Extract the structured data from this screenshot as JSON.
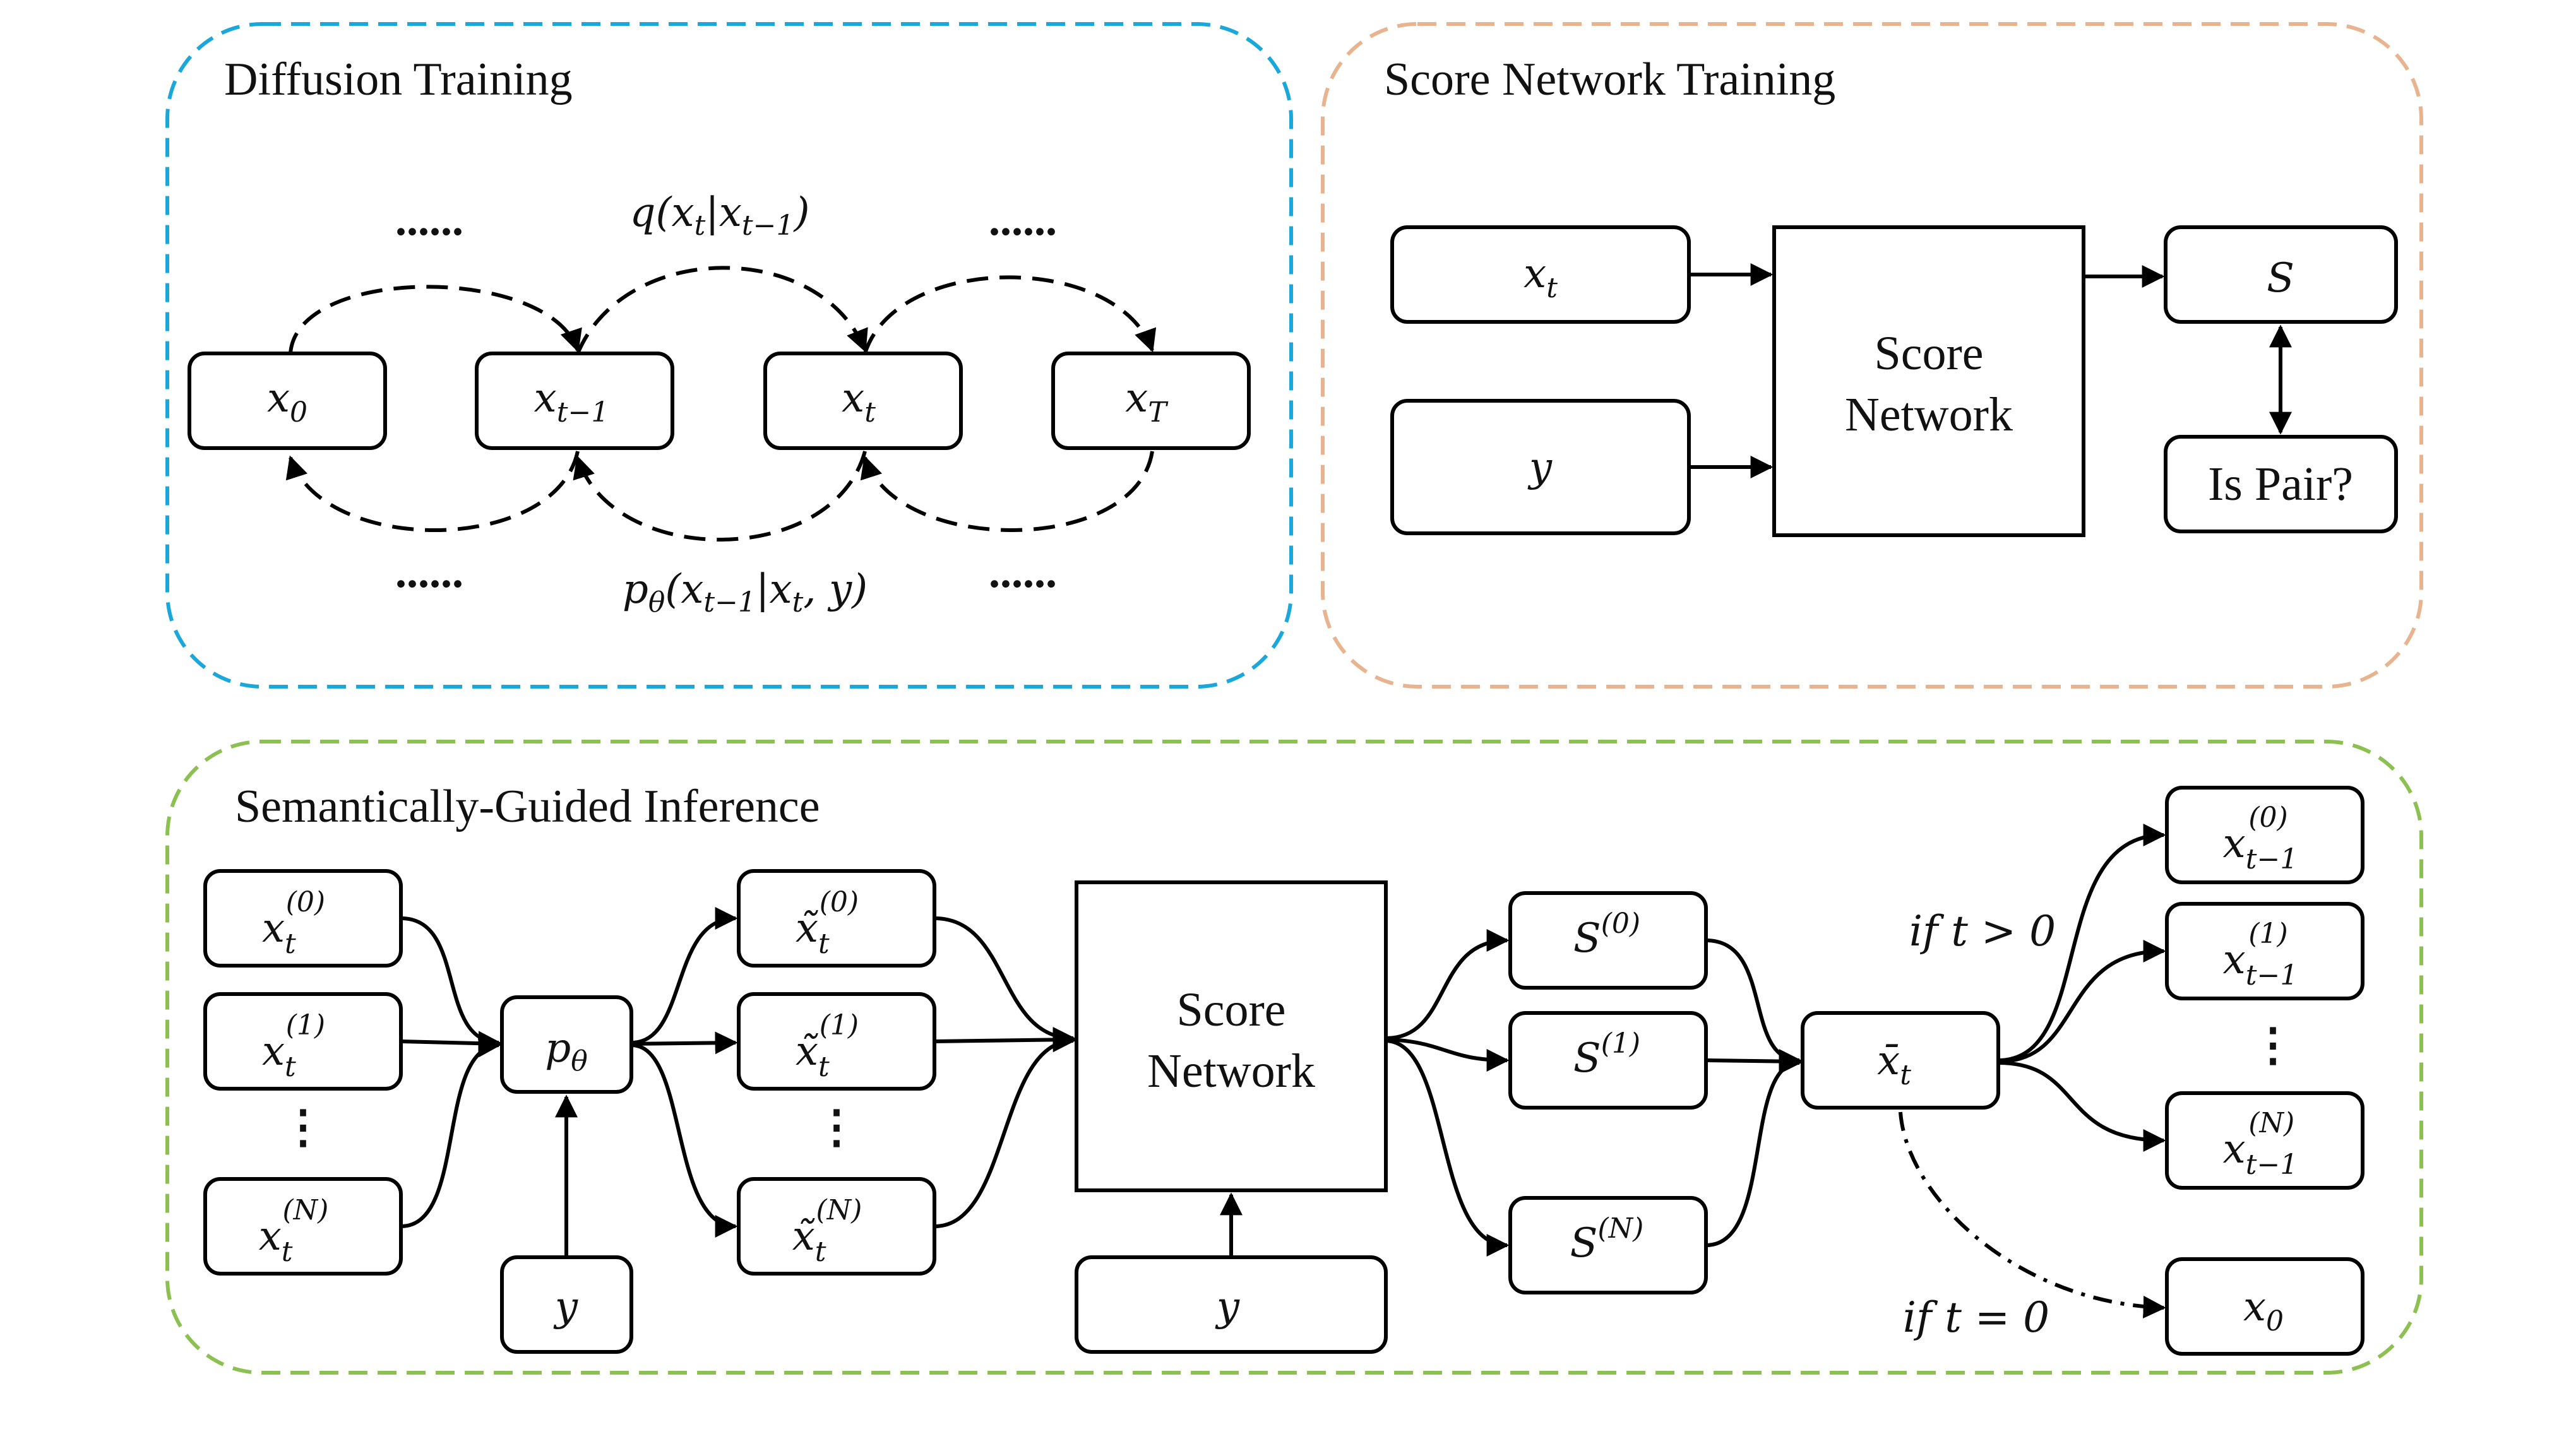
{
  "panels": {
    "diffusion": {
      "title": "Diffusion Training",
      "color": "#1aa7d9"
    },
    "score_training": {
      "title": "Score Network Training",
      "color": "#e8b48f"
    },
    "inference": {
      "title": "Semantically-Guided Inference",
      "color": "#8cc152"
    }
  },
  "diffusion": {
    "nodes": [
      "x0",
      "x_{t-1}",
      "x_t",
      "x_T"
    ],
    "forward_label": "q(x_t|x_{t-1})",
    "reverse_label": "p_θ(x_{t-1}|x_t, y)",
    "ellipsis": "......"
  },
  "score_training": {
    "inputs": [
      "x_t",
      "y"
    ],
    "network": [
      "Score",
      "Network"
    ],
    "output": "S",
    "pair_question": "Is Pair?"
  },
  "inference": {
    "candidates": [
      "x_t^(0)",
      "x_t^(1)",
      "x_t^(N)"
    ],
    "model": "p_θ",
    "condition": "y",
    "denoised": [
      "x̃_t^(0)",
      "x̃_t^(1)",
      "x̃_t^(N)"
    ],
    "network": [
      "Score",
      "Network"
    ],
    "scores": [
      "S^(0)",
      "S^(1)",
      "S^(N)"
    ],
    "selected": "x̄_t",
    "outputs": [
      "x_{t-1}^(0)",
      "x_{t-1}^(1)",
      "x_{t-1}^(N)"
    ],
    "final": "x0",
    "if_continue": "if t > 0",
    "if_end": "if t = 0",
    "vdots": "⋮"
  }
}
